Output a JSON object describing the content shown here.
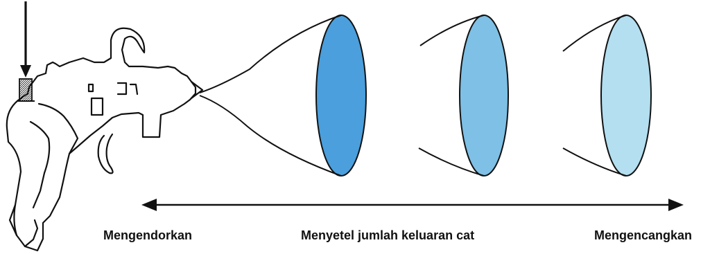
{
  "labels": {
    "left": "Mengendorkan",
    "center": "Menyetel jumlah keluaran cat",
    "right": "Mengencangkan"
  },
  "icons": {
    "gun": "spray-gun-icon",
    "indicator": "down-arrow-icon",
    "scale": "double-headed-arrow-icon"
  },
  "colors": {
    "spray_large": "#4a9fdc",
    "spray_medium": "#7ec0e6",
    "spray_small": "#b3dff0",
    "outline": "#111111"
  }
}
